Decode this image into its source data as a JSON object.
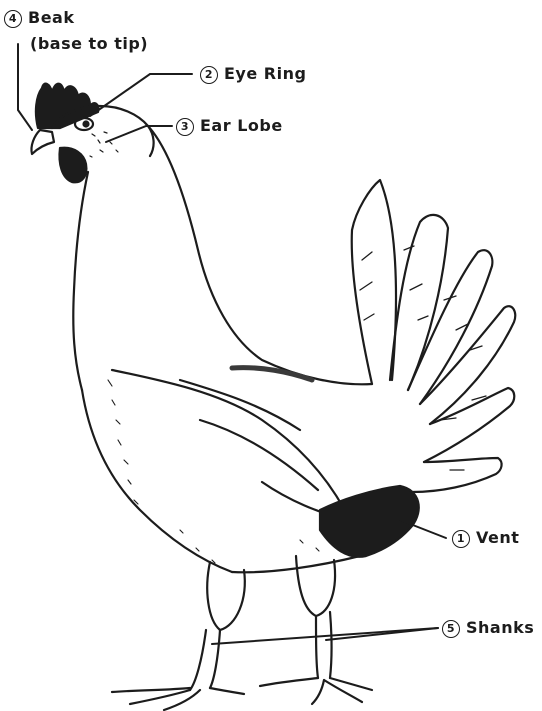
{
  "labels": {
    "beak": {
      "number": "4",
      "title": "Beak",
      "subtitle": "(base to tip)"
    },
    "eye_ring": {
      "number": "2",
      "title": "Eye Ring"
    },
    "ear_lobe": {
      "number": "3",
      "title": "Ear Lobe"
    },
    "vent": {
      "number": "1",
      "title": "Vent"
    },
    "shanks": {
      "number": "5",
      "title": "Shanks"
    }
  },
  "colors": {
    "ink": "#1c1c1c",
    "background": "#ffffff"
  }
}
